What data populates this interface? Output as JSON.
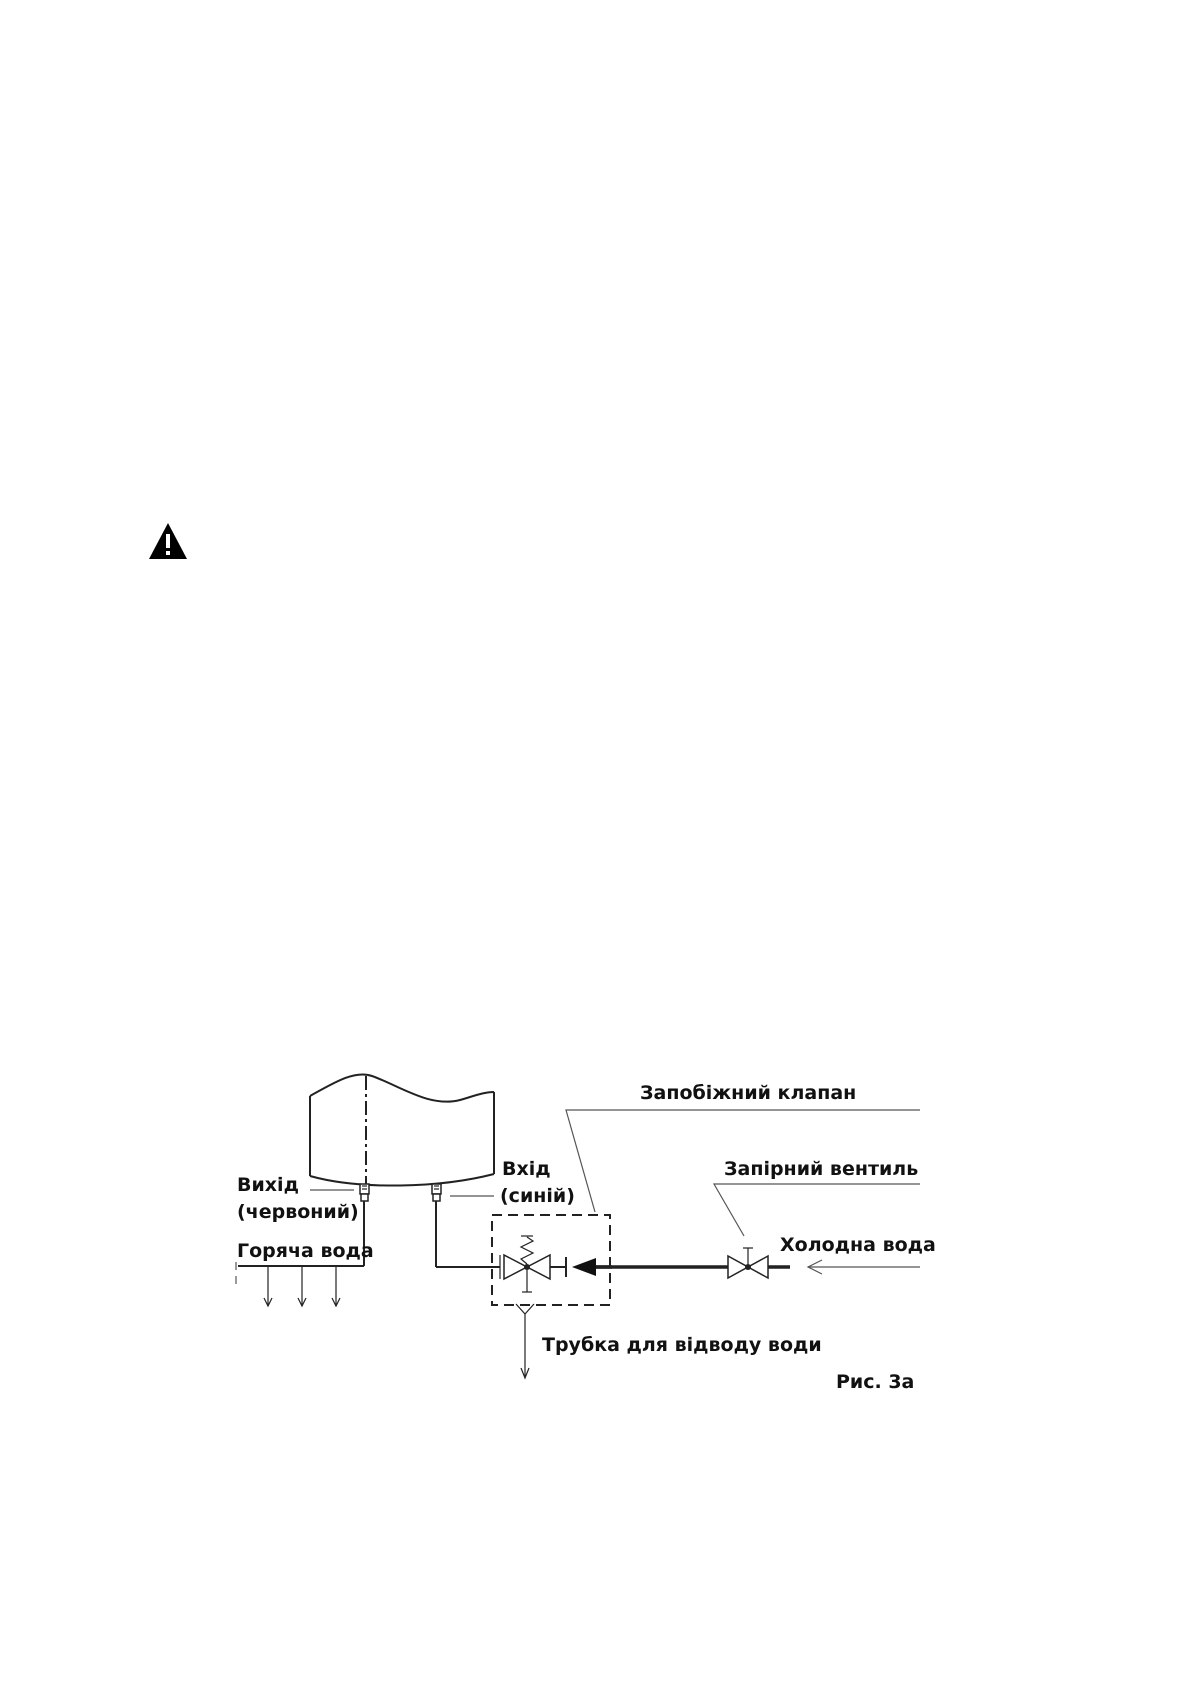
{
  "figure": {
    "labels": {
      "safety_valve": "Запобіжний клапан",
      "shutoff_valve": "Запірний вентиль",
      "cold_water": "Холодна вода",
      "outlet_line1": "Вихід",
      "outlet_line2": "(червоний)",
      "inlet_line1": "Вхід",
      "inlet_line2": "(синій)",
      "hot_water": "Горяча вода",
      "drain_tube": "Трубка для відводу води",
      "caption": "Рис. 3а"
    }
  },
  "icons": {
    "warning": "warning-triangle-icon"
  }
}
